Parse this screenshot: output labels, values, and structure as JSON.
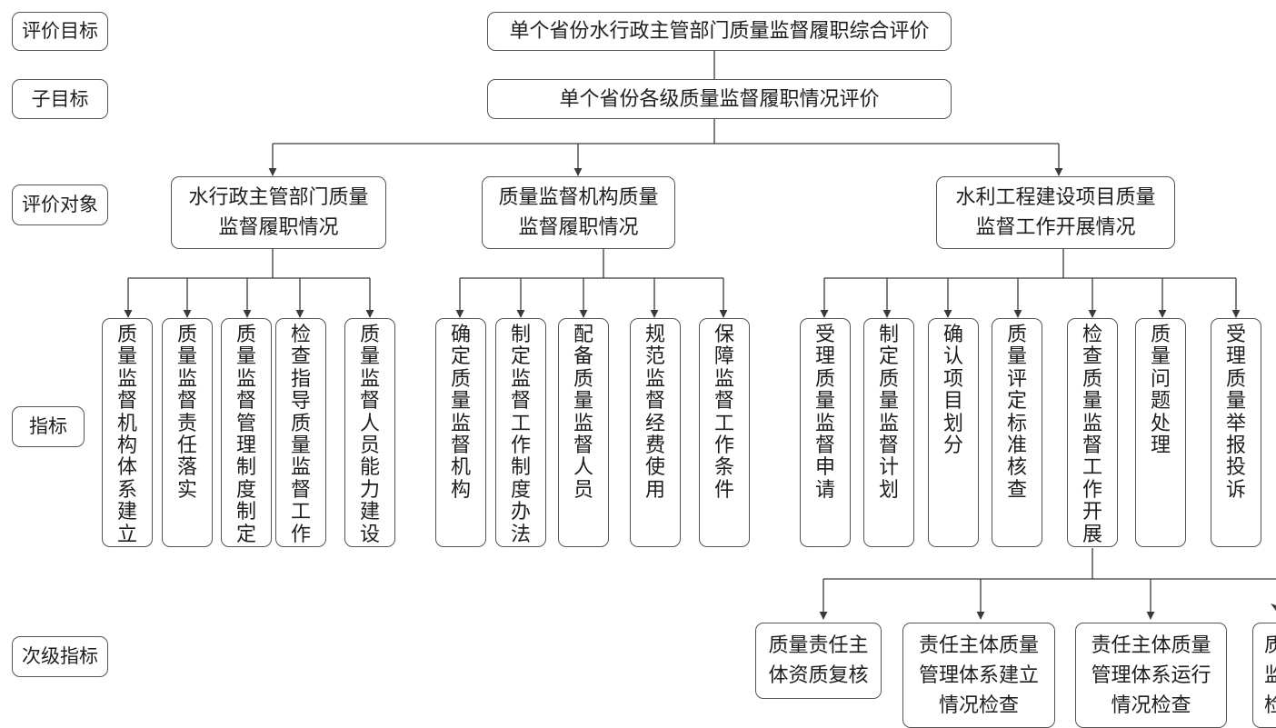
{
  "level_labels": {
    "goal": "评价目标",
    "subgoal": "子目标",
    "objects": "评价对象",
    "indicators": "指标",
    "sub_indicators": "次级指标"
  },
  "goal": "单个省份水行政主管部门质量监督履职综合评价",
  "subgoal": "单个省份各级质量监督履职情况评价",
  "objects": [
    {
      "line1": "水行政主管部门质量",
      "line2": "监督履职情况"
    },
    {
      "line1": "质量监督机构质量",
      "line2": "监督履职情况"
    },
    {
      "line1": "水利工程建设项目质量",
      "line2": "监督工作开展情况"
    }
  ],
  "indicators": [
    "质量监督机构体系建立",
    "质量监督责任落实",
    "质量监督管理制度制定",
    "检查指导质量监督工作",
    "质量监督人员能力建设",
    "确定质量监督机构",
    "制定监督工作制度办法",
    "配备质量监督人员",
    "规范监督经费使用",
    "保障监督工作条件",
    "受理质量监督申请",
    "制定质量监督计划",
    "确认项目划分",
    "质量评定标准核查",
    "检查质量监督工作开展",
    "质量问题处理",
    "受理质量举报投诉"
  ],
  "sub_indicators": [
    {
      "lines": [
        "质量责任主",
        "体资质复核"
      ]
    },
    {
      "lines": [
        "责任主体质量",
        "管理体系建立",
        "情况检查"
      ]
    },
    {
      "lines": [
        "责任主体质量",
        "管理体系运行",
        "情况检查"
      ]
    },
    {
      "lines": [
        "质",
        "监",
        "检"
      ]
    }
  ],
  "colors": {
    "line": "#3a3a3a",
    "border": "#555555",
    "text": "#1e1e1e"
  }
}
